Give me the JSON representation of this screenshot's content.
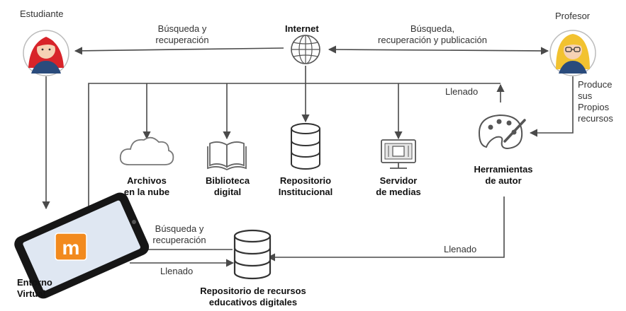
{
  "actors": {
    "student": "Estudiante",
    "teacher": "Profesor"
  },
  "internet": "Internet",
  "edges": {
    "internet_to_student_l1": "Búsqueda y",
    "internet_to_student_l2": "recuperación",
    "internet_teacher_l1": "Búsqueda,",
    "internet_teacher_l2": "recuperación y publicación",
    "teacher_produces_l1": "Produce",
    "teacher_produces_l2": "sus",
    "teacher_produces_l3": "Propios",
    "teacher_produces_l4": "recursos",
    "fill_top": "Llenado",
    "repo_to_vle_l1": "Búsqueda y",
    "repo_to_vle_l2": "recuperación",
    "vle_to_repo": "Llenado",
    "tools_to_repo": "Llenado"
  },
  "resources": [
    {
      "line1": "Archivos",
      "line2": "en la nube",
      "icon": "cloud-icon"
    },
    {
      "line1": "Biblioteca",
      "line2": "digital",
      "icon": "book-icon"
    },
    {
      "line1": "Repositorio",
      "line2": "Institucional",
      "icon": "database-icon"
    },
    {
      "line1": "Servidor",
      "line2": "de medias",
      "icon": "media-server-icon"
    }
  ],
  "tools": {
    "line1": "Herramientas",
    "line2": "de autor",
    "icon": "palette-icon"
  },
  "vle": {
    "line1": "Entorno",
    "line2": "Virtual",
    "icon": "tablet-icon",
    "logo": "moodle-logo-icon",
    "logo_letter": "m"
  },
  "repository": {
    "line1": "Repositorio de recursos",
    "line2": "educativos digitales",
    "icon": "database-icon"
  },
  "colors": {
    "line": "#4a4a4a",
    "skin": "#f6d2b5",
    "student_hair": "#d8242a",
    "teacher_hair": "#f2c230",
    "clothes": "#2a4b7c",
    "moodle_orange": "#f28a1e",
    "tablet": "#161616"
  }
}
